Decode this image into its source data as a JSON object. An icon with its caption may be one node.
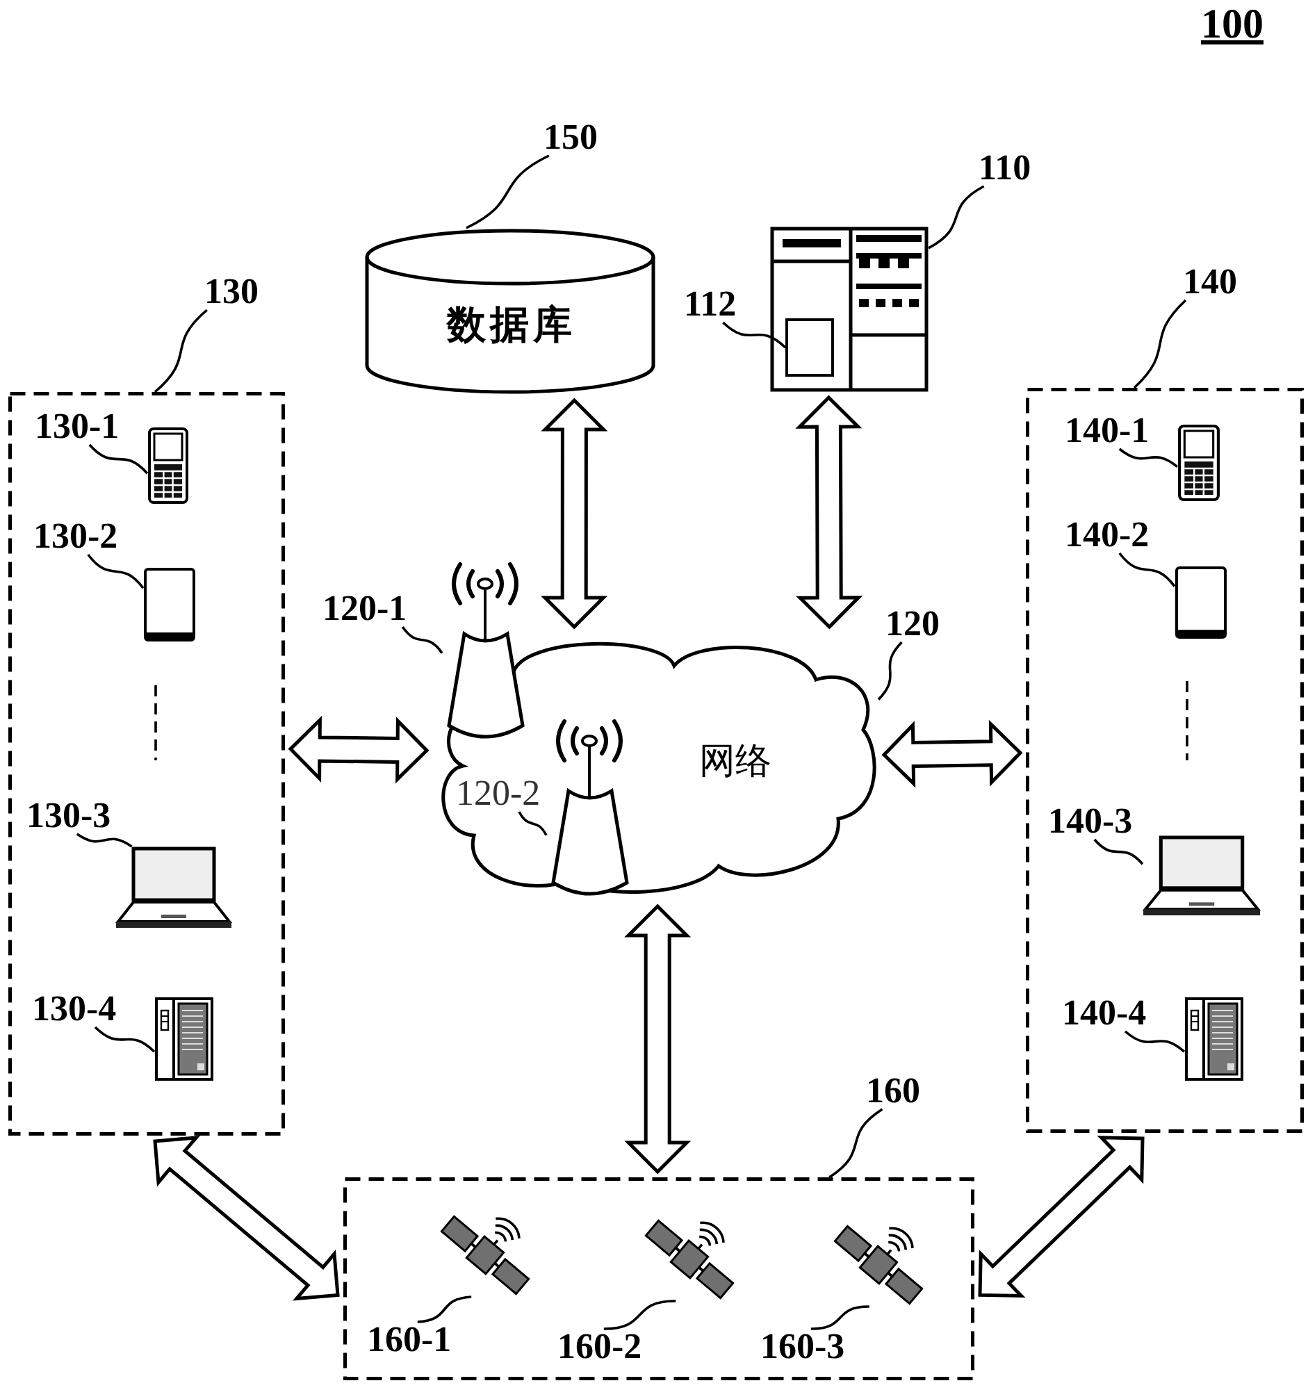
{
  "diagram": {
    "nodes": [
      {
        "text": [
          "150"
        ]
      },
      {
        "text": [
          "数据库"
        ]
      },
      {
        "text": [
          "110"
        ]
      },
      {
        "text": [],
        "shape": "picture"
      },
      {
        "text": [],
        "shape": "box",
        "in": 3
      },
      {
        "text": [
          "112"
        ]
      },
      {
        "text": [
          "130"
        ]
      },
      {
        "text": [],
        "shape": "box"
      },
      {
        "text": [
          "130-1"
        ],
        "in": 7
      },
      {
        "text": [],
        "shape": "picture",
        "in": 7
      },
      {
        "text": [
          "130-2"
        ],
        "in": 7
      },
      {
        "text": [],
        "shape": "picture",
        "in": 7
      },
      {
        "text": [
          "130-3"
        ],
        "in": 7
      },
      {
        "text": [],
        "shape": "picture",
        "in": 7
      },
      {
        "text": [
          "130-4"
        ],
        "in": 7
      },
      {
        "text": [],
        "shape": "picture",
        "in": 7
      },
      {
        "text": [
          "140"
        ]
      },
      {
        "text": [],
        "shape": "box"
      },
      {
        "text": [
          "140-1"
        ],
        "in": 17
      },
      {
        "text": [],
        "shape": "picture",
        "in": 17
      },
      {
        "text": [
          "140-2"
        ],
        "in": 17
      },
      {
        "text": [],
        "shape": "picture",
        "in": 17
      },
      {
        "text": [
          "140-3"
        ],
        "in": 17
      },
      {
        "text": [],
        "shape": "picture",
        "in": 17
      },
      {
        "text": [
          "140-4"
        ],
        "in": 17
      },
      {
        "text": [],
        "shape": "picture",
        "in": 17
      },
      {
        "text": [
          "120-1"
        ]
      },
      {
        "text": [],
        "shape": "picture"
      },
      {
        "text": [
          "120"
        ]
      },
      {
        "text": [
          "网络"
        ]
      },
      {
        "text": [
          "120-2"
        ],
        "in": 29
      },
      {
        "text": [],
        "shape": "picture",
        "in": 29
      },
      {
        "text": [
          "160"
        ]
      },
      {
        "text": [],
        "shape": "box"
      },
      {
        "text": [],
        "shape": "picture",
        "in": 33
      },
      {
        "text": [
          "160-1"
        ],
        "in": 33
      },
      {
        "text": [],
        "shape": "picture",
        "in": 33
      },
      {
        "text": [
          "160-2"
        ],
        "in": 33
      },
      {
        "text": [],
        "shape": "picture",
        "in": 33
      },
      {
        "text": [
          "160-3"
        ],
        "in": 33
      }
    ],
    "edges": [
      {
        "from": 0,
        "to": 1,
        "arrow": "none"
      },
      {
        "from": 2,
        "to": 3,
        "arrow": "none"
      },
      {
        "from": 5,
        "to": 4,
        "arrow": "none"
      },
      {
        "from": 6,
        "to": 7,
        "arrow": "none"
      },
      {
        "from": 8,
        "to": 9,
        "arrow": "none"
      },
      {
        "from": 10,
        "to": 11,
        "arrow": "none"
      },
      {
        "from": 12,
        "to": 13,
        "arrow": "none"
      },
      {
        "from": 14,
        "to": 15,
        "arrow": "none"
      },
      {
        "from": 16,
        "to": 17,
        "arrow": "none"
      },
      {
        "from": 18,
        "to": 19,
        "arrow": "none"
      },
      {
        "from": 20,
        "to": 21,
        "arrow": "none"
      },
      {
        "from": 22,
        "to": 23,
        "arrow": "none"
      },
      {
        "from": 24,
        "to": 25,
        "arrow": "none"
      },
      {
        "from": 26,
        "to": 27,
        "arrow": "none"
      },
      {
        "from": 28,
        "to": 29,
        "arrow": "none"
      },
      {
        "from": 30,
        "to": 31,
        "arrow": "none"
      },
      {
        "from": 32,
        "to": 33,
        "arrow": "none"
      },
      {
        "from": 35,
        "to": 34,
        "arrow": "none"
      },
      {
        "from": 37,
        "to": 36,
        "arrow": "none"
      },
      {
        "from": 39,
        "to": 38,
        "arrow": "none"
      },
      {
        "from": 1,
        "to": 29,
        "arrow": "both",
        "style": "thick"
      },
      {
        "from": 3,
        "to": 29,
        "arrow": "both",
        "style": "thick"
      },
      {
        "from": 7,
        "to": 29,
        "arrow": "both",
        "style": "thick"
      },
      {
        "from": 29,
        "to": 17,
        "arrow": "both",
        "style": "thick"
      },
      {
        "from": 29,
        "to": 33,
        "arrow": "both",
        "style": "thick"
      },
      {
        "from": 7,
        "to": 33,
        "arrow": "both",
        "style": "thick"
      },
      {
        "from": 17,
        "to": 33,
        "arrow": "both",
        "style": "thick"
      }
    ],
    "labels": [
      "100"
    ]
  }
}
